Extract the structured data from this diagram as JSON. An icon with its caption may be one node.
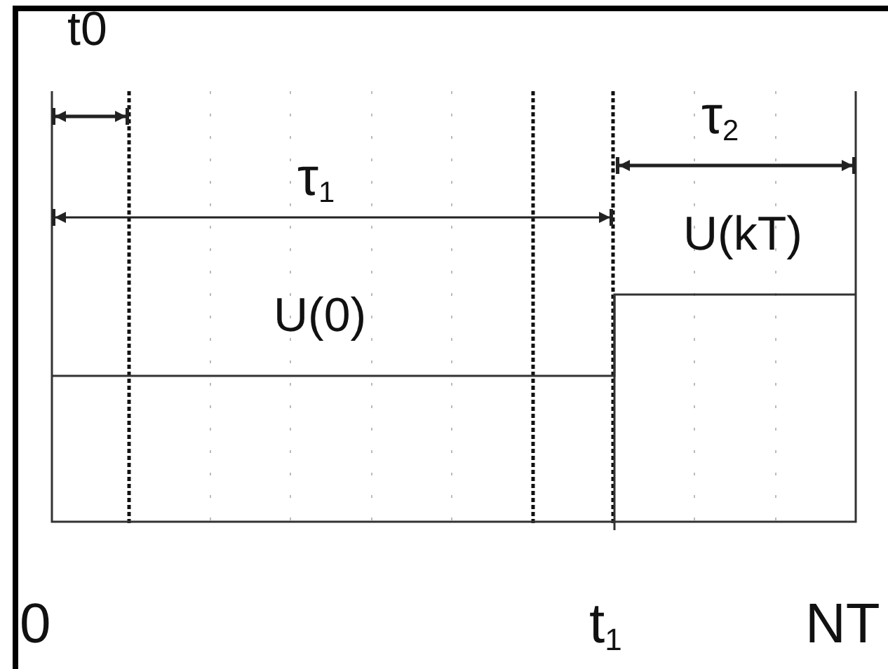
{
  "diagram": {
    "labels": [
      "t0",
      "τ$_{1}$",
      "τ$_{2}$",
      "U(kT)",
      "U(0)",
      "0",
      "t$_{1}$",
      "NT"
    ]
  }
}
